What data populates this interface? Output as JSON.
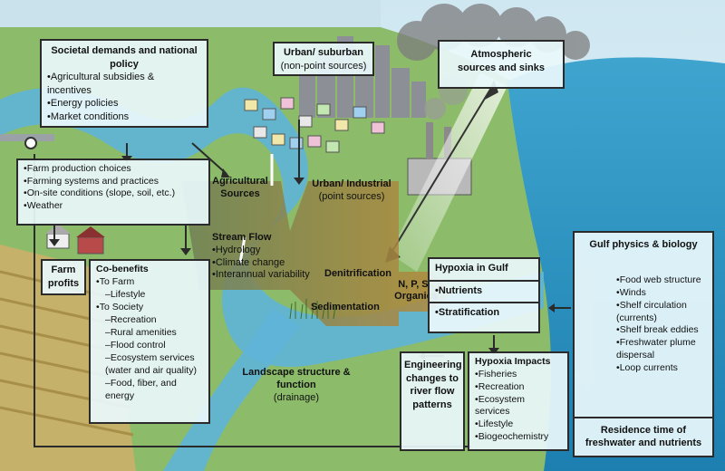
{
  "societal": {
    "title": "Societal demands and national policy",
    "items": [
      "Agricultural subsidies & incentives",
      "Energy policies",
      "Market conditions"
    ]
  },
  "urban_suburban": {
    "title": "Urban/ suburban",
    "subtitle": "(non-point sources)"
  },
  "atmospheric": {
    "title": "Atmospheric sources and sinks"
  },
  "farm_choices": {
    "items": [
      "Farm production choices",
      "Farming systems and practices",
      "On-site conditions (slope, soil, etc.)",
      "Weather"
    ]
  },
  "agricultural_sources": "Agricultural Sources",
  "urban_industrial": {
    "title": "Urban/ Industrial",
    "subtitle": "(point sources)"
  },
  "stream_flow": {
    "title": "Stream Flow",
    "items": [
      "Hydrology",
      "Climate change",
      "Interannual variability"
    ]
  },
  "denitrification": "Denitrification",
  "npsi": "N, P, Si, Organics",
  "sedimentation": "Sedimentation",
  "farm_profits": "Farm profits",
  "cobenefits": {
    "title": "Co-benefits",
    "to_farm": "To Farm",
    "farm_items": [
      "Lifestyle"
    ],
    "to_society": "To Society",
    "society_items": [
      "Recreation",
      "Rural amenities",
      "Flood control",
      "Ecosystem services (water and air quality)",
      "Food, fiber, and energy"
    ]
  },
  "landscape": {
    "title": "Landscape structure & function",
    "subtitle": "(drainage)"
  },
  "hypoxia_gulf": {
    "title": "Hypoxia in Gulf",
    "items": [
      "Nutrients",
      "Stratification"
    ]
  },
  "gulf_physics": {
    "title": "Gulf physics & biology",
    "items": [
      "Food web structure",
      "Winds",
      "Shelf circulation (currents)",
      "Shelf break eddies",
      "Freshwater plume dispersal",
      "Loop currents"
    ],
    "residence": "Residence time of freshwater and nutrients"
  },
  "engineering": "Engineering changes to river flow patterns",
  "hypoxia_impacts": {
    "title": "Hypoxia Impacts",
    "items": [
      "Fisheries",
      "Recreation",
      "Ecosystem services",
      "Lifestyle",
      "Biogeochemistry"
    ]
  }
}
